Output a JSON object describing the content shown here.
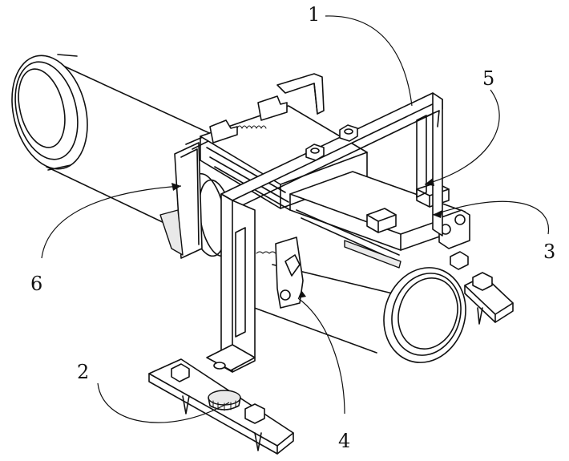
{
  "figure": {
    "type": "patent-line-drawing",
    "callouts": [
      {
        "id": "callout-1",
        "label": "1"
      },
      {
        "id": "callout-2",
        "label": "2"
      },
      {
        "id": "callout-3",
        "label": "3"
      },
      {
        "id": "callout-4",
        "label": "4"
      },
      {
        "id": "callout-5",
        "label": "5"
      },
      {
        "id": "callout-6",
        "label": "6"
      }
    ]
  },
  "colors": {
    "line": "#111111",
    "background": "#ffffff",
    "shade": "#e9e9e9"
  }
}
